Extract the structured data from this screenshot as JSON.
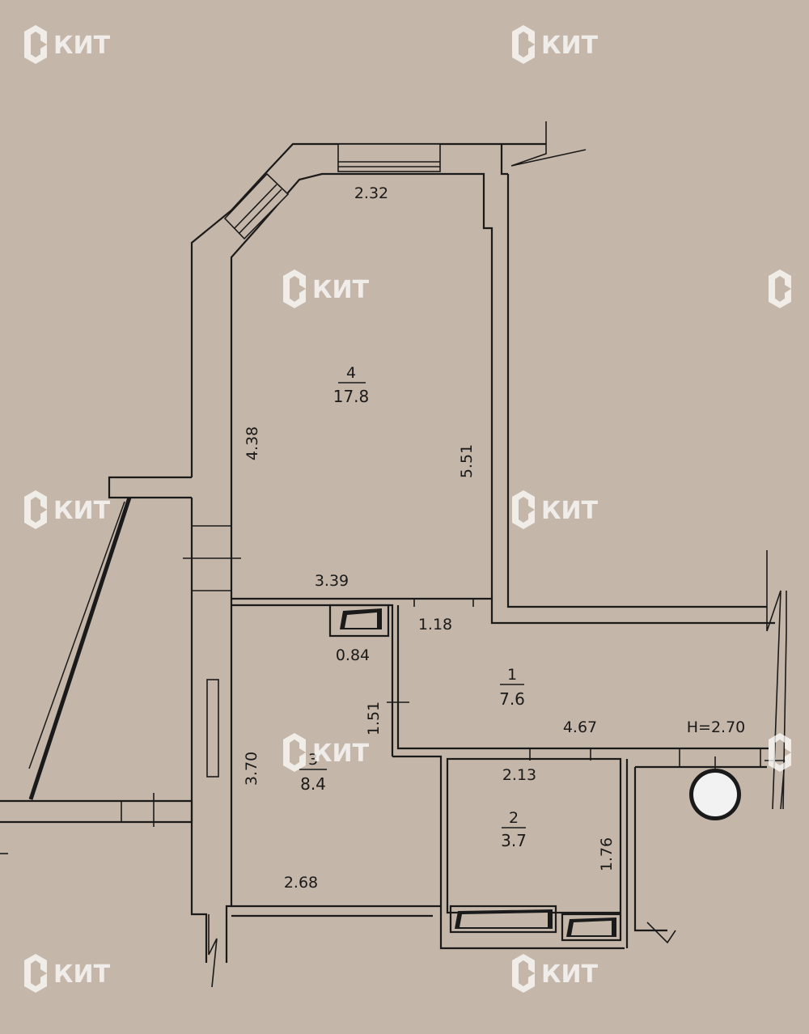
{
  "rooms": [
    {
      "number": "1",
      "area": "7.6"
    },
    {
      "number": "2",
      "area": "3.7"
    },
    {
      "number": "3",
      "area": "8.4"
    },
    {
      "number": "4",
      "area": "17.8"
    }
  ],
  "dimensions": {
    "window_top": "2.32",
    "room4_left": "4.38",
    "room4_right": "5.51",
    "room4_bottom": "3.39",
    "niche_width": "1.18",
    "niche_depth": "0.84",
    "corridor_width": "1.51",
    "room3_left": "3.70",
    "room3_bottom": "2.68",
    "room1_length": "4.67",
    "room2_top": "2.13",
    "room2_right": "1.76"
  },
  "ceiling_height": "H=2.70",
  "watermark": {
    "text": "КИТ",
    "color": "#ffffff"
  },
  "colors": {
    "paper": "#c4b6a8",
    "ink": "#1a1a1a"
  }
}
